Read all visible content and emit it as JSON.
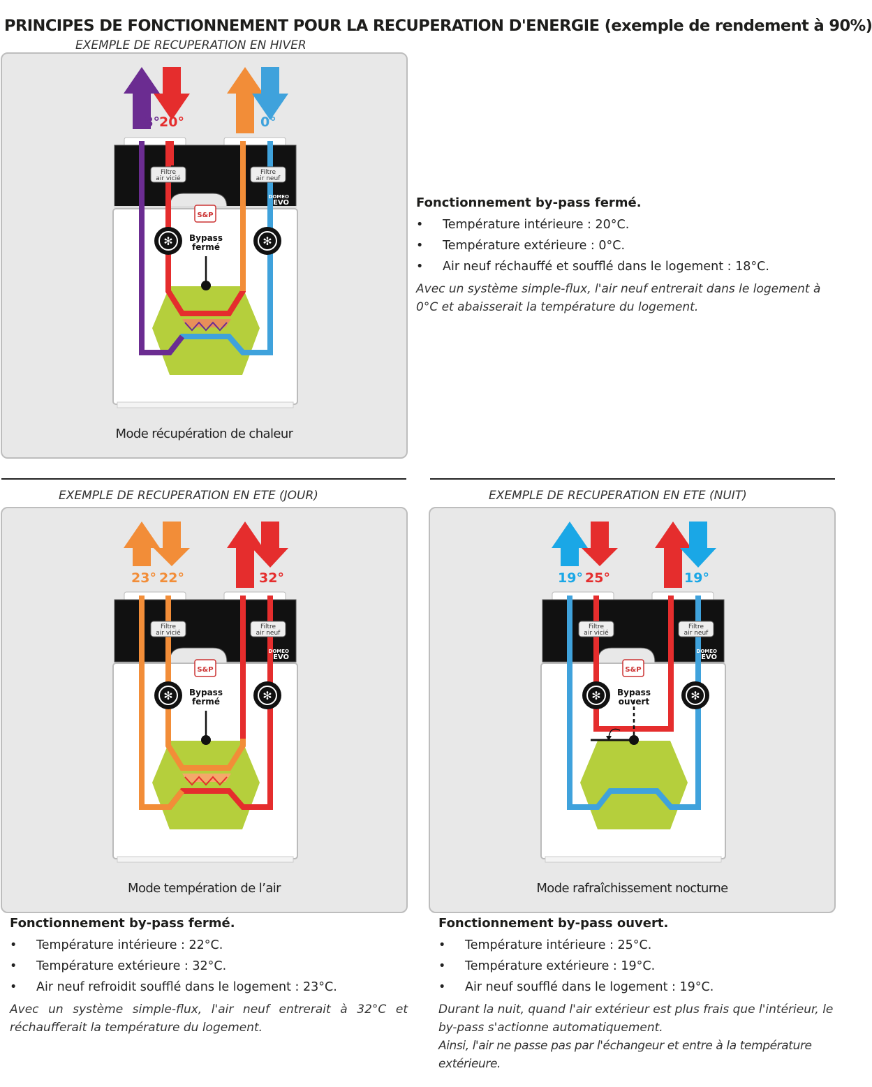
{
  "page": {
    "title": "PRINCIPES DE FONCTIONNEMENT POUR LA RECUPERATION D'ENERGIE (exemple de rendement à 90%)"
  },
  "common": {
    "filtre": "Filtre",
    "air_vicie": "air vicié",
    "air_neuf": "air neuf",
    "brand_top": "DOMEO",
    "brand_bottom": "EVO",
    "logo": "S&P"
  },
  "colors": {
    "red": "#e52d2d",
    "purple": "#6b2c91",
    "orange": "#f28d38",
    "blue": "#3fa2dc",
    "lightblue": "#1aa7e6",
    "green": "#b5cf3c"
  },
  "hiver": {
    "section": "EXEMPLE DE RECUPERATION EN HIVER",
    "temps": [
      "18°",
      "20°",
      "0°"
    ],
    "bypass_line1": "Bypass",
    "bypass_line2": "fermé",
    "mode": "Mode récupération de chaleur",
    "info_title": "Fonctionnement by-pass fermé.",
    "bullets": [
      "Température intérieure : 20°C.",
      "Température extérieure : 0°C.",
      "Air neuf réchauffé et soufflé dans le logement : 18°C."
    ],
    "note": "Avec un système simple-flux, l'air neuf entrerait dans le logement à 0°C et abaisserait la température du logement."
  },
  "ete_jour": {
    "section": "EXEMPLE DE RECUPERATION EN ETE (JOUR)",
    "temps": [
      "23°",
      "22°",
      "32°"
    ],
    "bypass_line1": "Bypass",
    "bypass_line2": "fermé",
    "mode": "Mode températion de l’air",
    "info_title": "Fonctionnement by-pass fermé.",
    "bullets": [
      "Température intérieure : 22°C.",
      "Température extérieure : 32°C.",
      "Air neuf refroidit soufflé dans le logement : 23°C."
    ],
    "note": "Avec un système simple-flux, l'air neuf entrerait à 32°C et réchaufferait la température du logement."
  },
  "ete_nuit": {
    "section": "EXEMPLE DE RECUPERATION EN ETE (NUIT)",
    "temps": [
      "19°",
      "25°",
      "19°"
    ],
    "bypass_line1": "Bypass",
    "bypass_line2": "ouvert",
    "mode": "Mode rafraîchissement nocturne",
    "info_title": "Fonctionnement by-pass ouvert.",
    "bullets": [
      "Température intérieure : 25°C.",
      "Température extérieure : 19°C.",
      "Air neuf soufflé dans le logement : 19°C."
    ],
    "note1": "Durant la nuit, quand l'air extérieur est plus frais que l'intérieur, le by-pass s'actionne automatiquement.",
    "note2": "Ainsi, l'air ne passe pas par l'échangeur et entre à la température extérieure."
  }
}
